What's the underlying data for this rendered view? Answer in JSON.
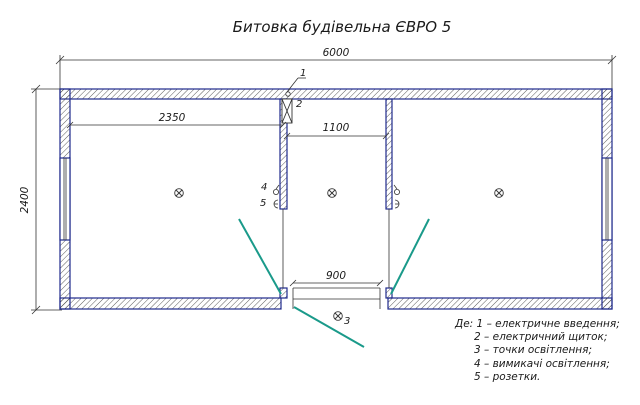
{
  "title": "Битовка будівельна ЄВРО 5",
  "dimensions": {
    "overall_width": "6000",
    "overall_height": "2400",
    "left_room": "2350",
    "corridor": "1100",
    "door": "900"
  },
  "markers": {
    "m1": "1",
    "m2": "2",
    "m3": "3",
    "m4": "4",
    "m5": "5"
  },
  "legend": {
    "prefix": "Де: ",
    "items": [
      "1 – електричне введення;",
      "2 – електричний щиток;",
      "3 – точки освітлення;",
      "4 – вимикачі освітлення;",
      "5 – розетки."
    ]
  },
  "colors": {
    "wall_outline": "#1f2a8c",
    "door_swing": "#1a9a8a",
    "lines": "#333333"
  }
}
